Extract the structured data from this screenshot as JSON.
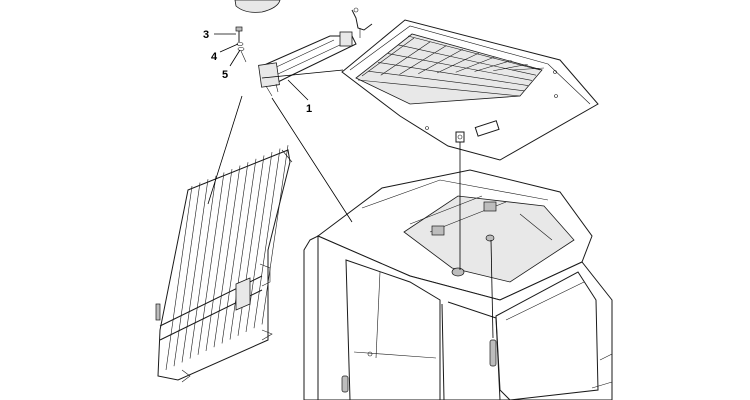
{
  "callouts": {
    "part_1": "1",
    "part_3": "3",
    "part_4": "4",
    "part_5": "5"
  }
}
